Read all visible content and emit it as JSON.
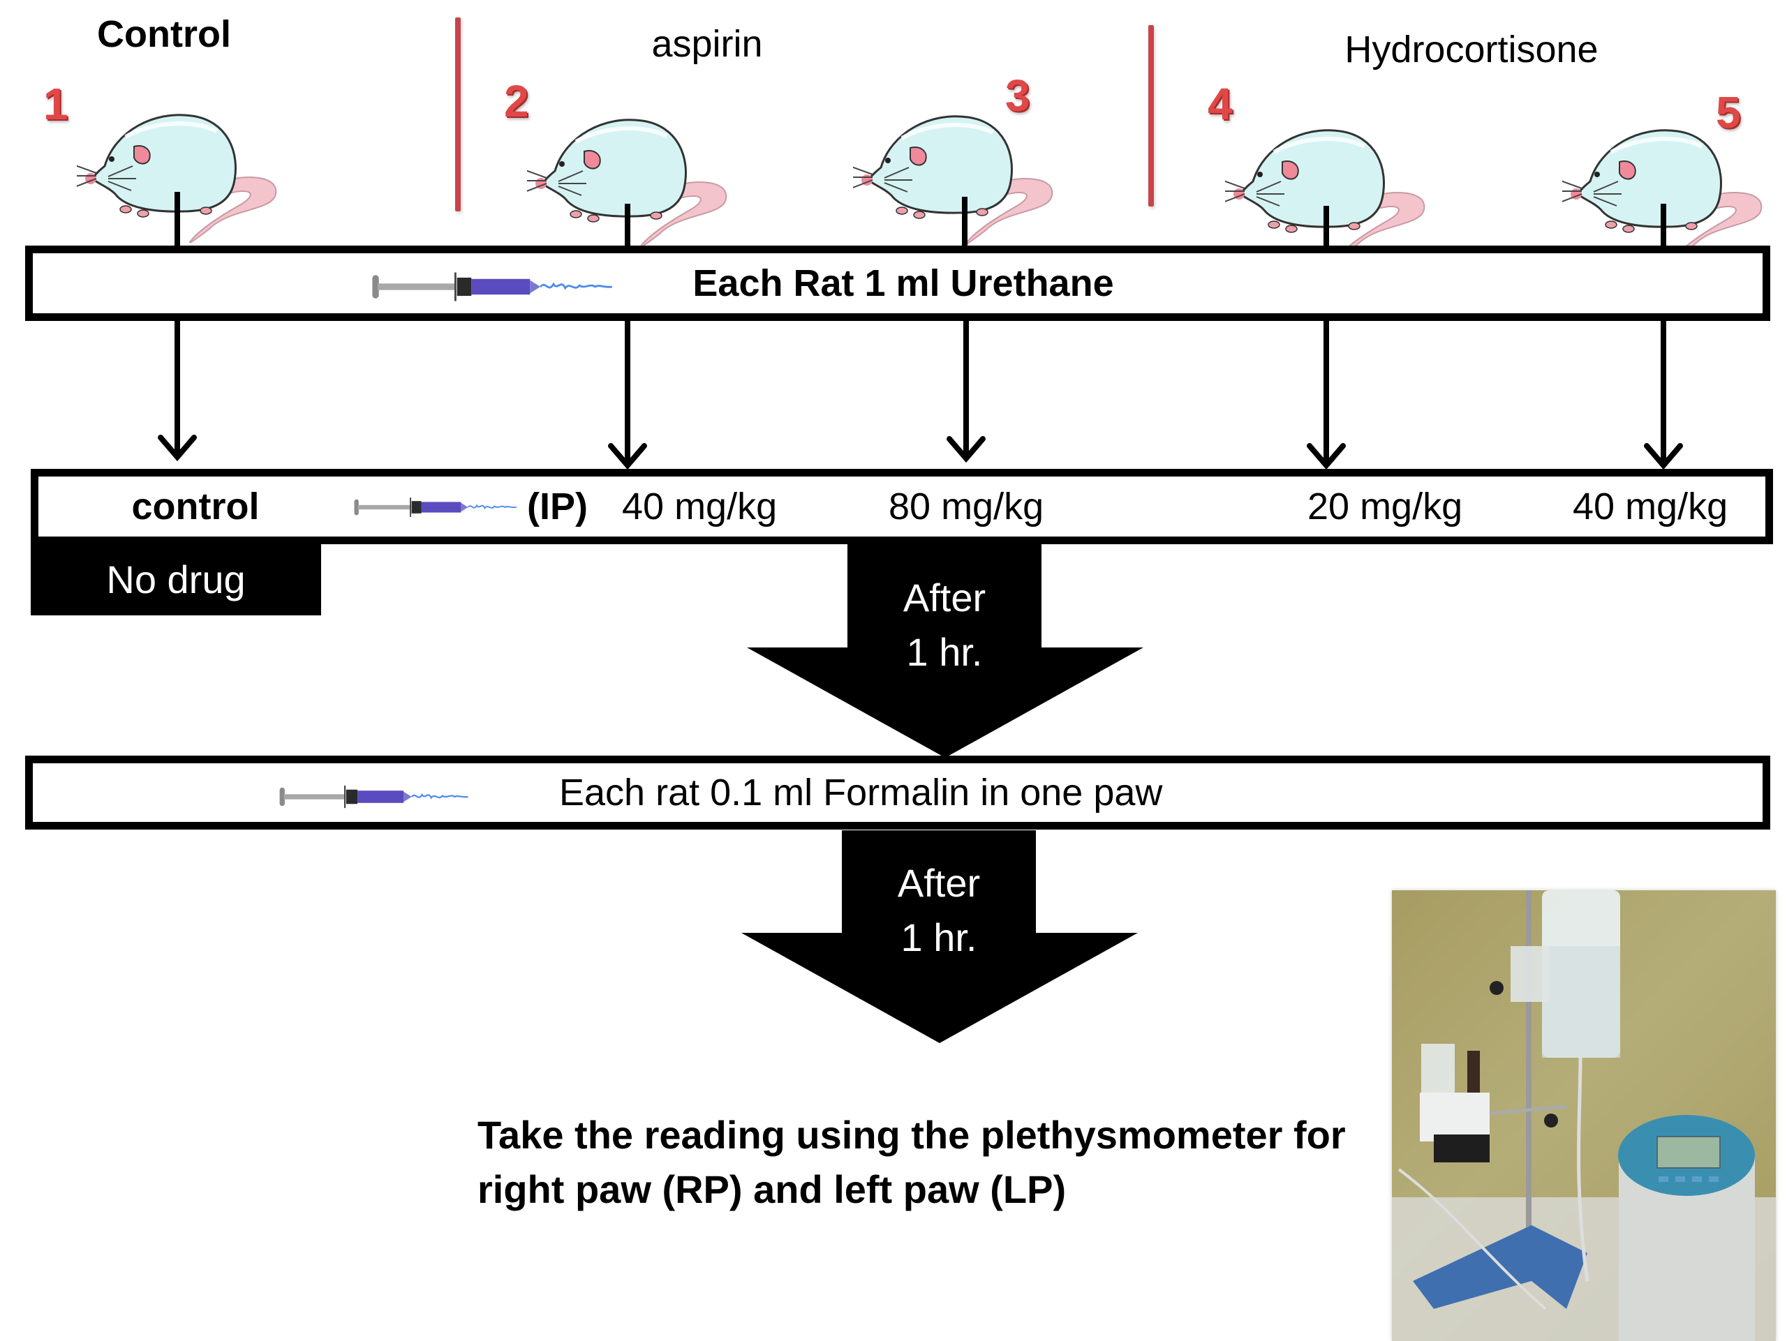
{
  "groups": {
    "control": "Control",
    "aspirin": "aspirin",
    "hydrocortisone": "Hydrocortisone"
  },
  "rats": [
    {
      "number": "1",
      "group": "Control",
      "dose": "control"
    },
    {
      "number": "2",
      "group": "aspirin",
      "dose": "40 mg/kg"
    },
    {
      "number": "3",
      "group": "aspirin",
      "dose": "80 mg/kg"
    },
    {
      "number": "4",
      "group": "Hydrocortisone",
      "dose": "20 mg/kg"
    },
    {
      "number": "5",
      "group": "Hydrocortisone",
      "dose": "40 mg/kg"
    }
  ],
  "step1": {
    "text": "Each Rat 1 ml Urethane",
    "icon": "syringe-icon"
  },
  "step2": {
    "route": "(IP)",
    "no_drug": "No drug",
    "icon": "syringe-icon"
  },
  "wait1": {
    "line1": "After",
    "line2": "1 hr."
  },
  "step3": {
    "text": "Each rat  0.1  ml Formalin  in one  paw",
    "icon": "syringe-icon"
  },
  "wait2": {
    "line1": "After",
    "line2": "1 hr."
  },
  "final": {
    "line1": "Take the reading using the plethysmometer for",
    "line2": "right paw (RP) and left paw (LP)"
  },
  "photo": {
    "subject": "plethysmometer apparatus"
  },
  "colors": {
    "divider": "#c9444a",
    "number": "#e04848",
    "rat_body": "#d6f3f3",
    "rat_tail": "#f4c4cc",
    "syringe_barrel": "#5a4bbf",
    "photo_bg": "#a79d63",
    "meter": "#3a8fb0"
  }
}
